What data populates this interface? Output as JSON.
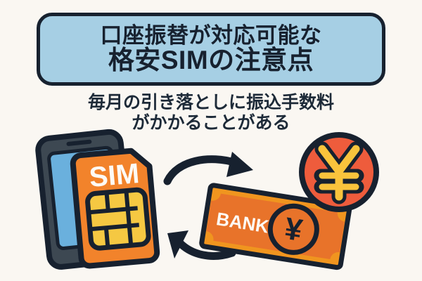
{
  "background_color": "#faf7f2",
  "ink_color": "#17212f",
  "title": {
    "box_fill": "#a6cfe4",
    "border_color": "#17212f",
    "line1": "口座振替が対応可能な",
    "line2": "格安SIMの注意点"
  },
  "subtitle": {
    "line1": "毎月の引き落としに振込手数料",
    "line2": "がかかることがある",
    "color": "#1d2a38"
  },
  "illustration": {
    "phone": {
      "name": "smartphone",
      "body_color": "#3d4852",
      "screen_color": "#6ab0dd",
      "outline_color": "#17212f"
    },
    "sim_card": {
      "name": "sim-card",
      "label": "SIM",
      "card_color": "#f2832b",
      "chip_color": "#f5c842",
      "label_color": "#fdfaf5"
    },
    "banknote": {
      "name": "bank-note",
      "label": "BANK",
      "currency_symbol": "¥",
      "border_color": "#f0951f",
      "panel_color": "#e8732a",
      "label_color": "#fdfaf5"
    },
    "yen_coin": {
      "name": "yen-coin-badge",
      "currency_symbol": "¥",
      "circle_color": "#ee5c3c",
      "symbol_color": "#f9c33c"
    },
    "arrows": {
      "top_arrow_direction": "right",
      "bottom_arrow_direction": "left",
      "color": "#17212f"
    }
  }
}
